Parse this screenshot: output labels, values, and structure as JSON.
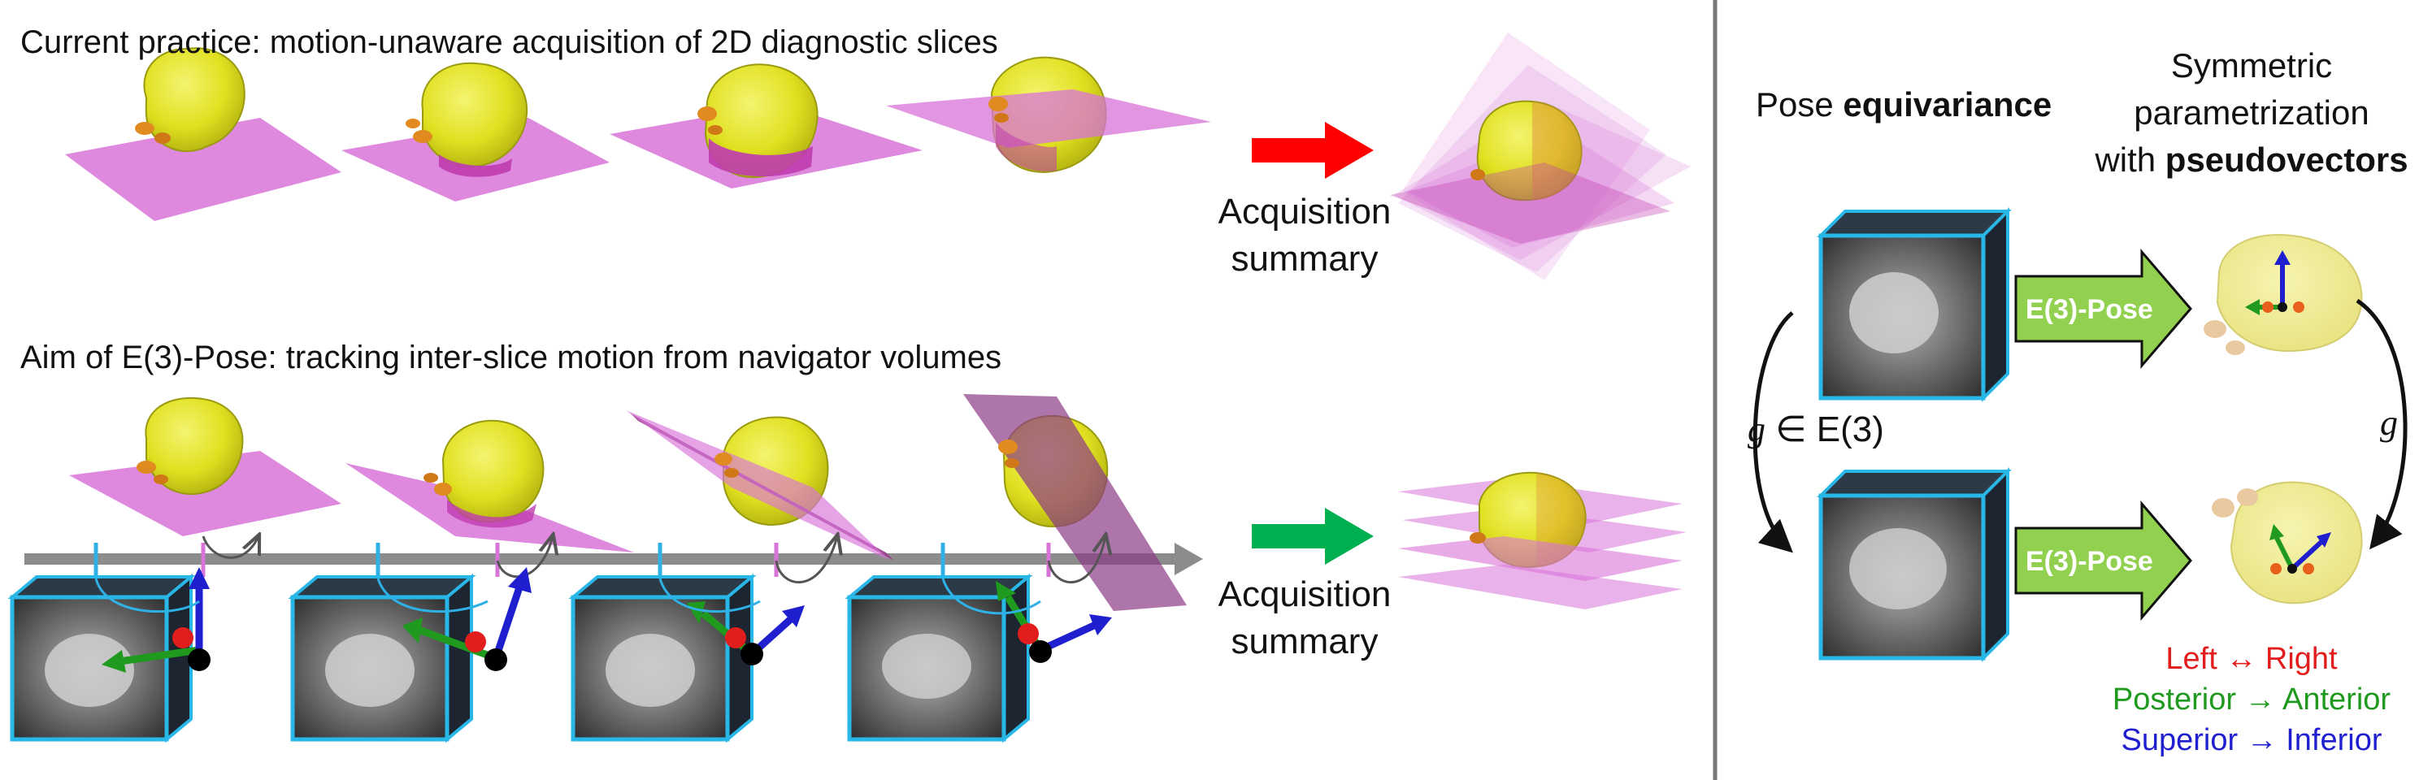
{
  "top_row": {
    "heading": "Current practice: motion-unaware acquisition of 2D diagnostic slices",
    "summary_label_line1": "Acquisition",
    "summary_label_line2": "summary"
  },
  "bottom_row": {
    "heading": "Aim of E(3)-Pose: tracking inter-slice motion from navigator volumes",
    "summary_label_line1": "Acquisition",
    "summary_label_line2": "summary"
  },
  "right_panel": {
    "pose_prefix": "Pose ",
    "pose_emph": "equivariance",
    "sym_line1": "Symmetric",
    "sym_line2": "parametrization",
    "sym_line3_prefix": "with ",
    "sym_line3_emph": "pseudovectors",
    "arrow_top": "E(3)-Pose",
    "arrow_bottom": "E(3)-Pose",
    "g_left_var": "g",
    "g_left_rest": " ∈ E(3)",
    "g_right": "g"
  },
  "legend": [
    {
      "text": "Left ↔ Right",
      "color": "#e11d1d"
    },
    {
      "text": "Posterior → Anterior",
      "color": "#1f9a1f"
    },
    {
      "text": "Superior → Inferior",
      "color": "#1f1fd0"
    }
  ],
  "colors": {
    "brain": "#e3e31c",
    "slice_plane": "#d873d8",
    "cube_edge": "#29b7e8",
    "red_arrow": "#ff0000",
    "green_arrow": "#00b050",
    "e3pose_arrow": "#92d050",
    "timeline": "#8c8c8c"
  }
}
